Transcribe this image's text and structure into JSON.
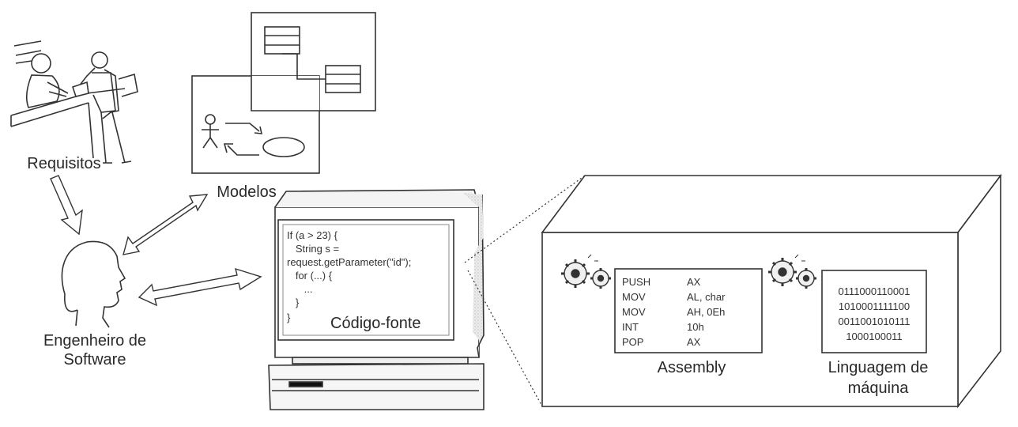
{
  "labels": {
    "requisitos": "Requisitos",
    "modelos": "Modelos",
    "engenheiro_line1": "Engenheiro de",
    "engenheiro_line2": "Software",
    "codigo_fonte": "Código-fonte",
    "assembly": "Assembly",
    "linguagem_line1": "Linguagem de",
    "linguagem_line2": "máquina"
  },
  "source_code": [
    "If (a > 23) {",
    "   String s =",
    "request.getParameter(\"id\");",
    "   for (...) {",
    "      ...",
    "   }",
    "}"
  ],
  "assembly_rows": [
    {
      "op": "PUSH",
      "arg": "AX"
    },
    {
      "op": "MOV",
      "arg": "AL, char"
    },
    {
      "op": "MOV",
      "arg": "AH, 0Eh"
    },
    {
      "op": "INT",
      "arg": "10h"
    },
    {
      "op": "POP",
      "arg": "AX"
    }
  ],
  "machine_code": [
    "0111000110001",
    "1010001111100",
    "0011001010111",
    "1000100011"
  ]
}
